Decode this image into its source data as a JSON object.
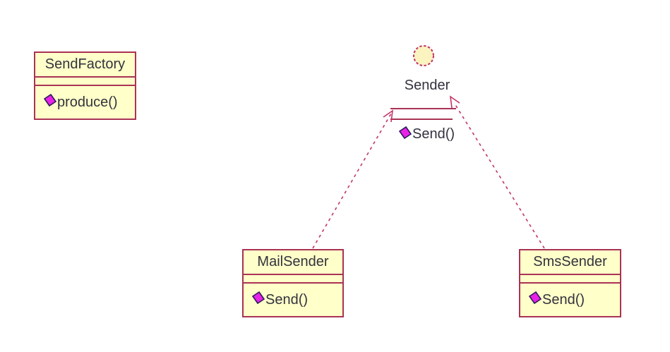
{
  "diagram": {
    "kind": "uml-class-diagram",
    "background": "#ffffff",
    "colors": {
      "box_fill": "#FFFFC9",
      "box_border": "#A93355",
      "connector": "#C23366",
      "method_icon_fill": "#E822E8",
      "method_icon_stroke": "#2B1C5A",
      "text": "#32323E"
    },
    "classes": [
      {
        "name": "SendFactory",
        "attributes": [],
        "methods": [
          {
            "icon": "private-method-diamond-icon",
            "label": "produce()"
          }
        ]
      },
      {
        "name": "MailSender",
        "attributes": [],
        "methods": [
          {
            "icon": "private-method-diamond-icon",
            "label": "Send()"
          }
        ]
      },
      {
        "name": "SmsSender",
        "attributes": [],
        "methods": [
          {
            "icon": "private-method-diamond-icon",
            "label": "Send()"
          }
        ]
      }
    ],
    "interface": {
      "name": "Sender",
      "notation": "lollipop-circle",
      "method": {
        "icon": "private-method-diamond-icon",
        "label": "Send()"
      }
    },
    "relations": [
      {
        "from": "MailSender",
        "to": "Sender",
        "type": "realization",
        "style": "dashed-open-arrow"
      },
      {
        "from": "SmsSender",
        "to": "Sender",
        "type": "realization",
        "style": "dashed-open-arrow"
      }
    ]
  }
}
